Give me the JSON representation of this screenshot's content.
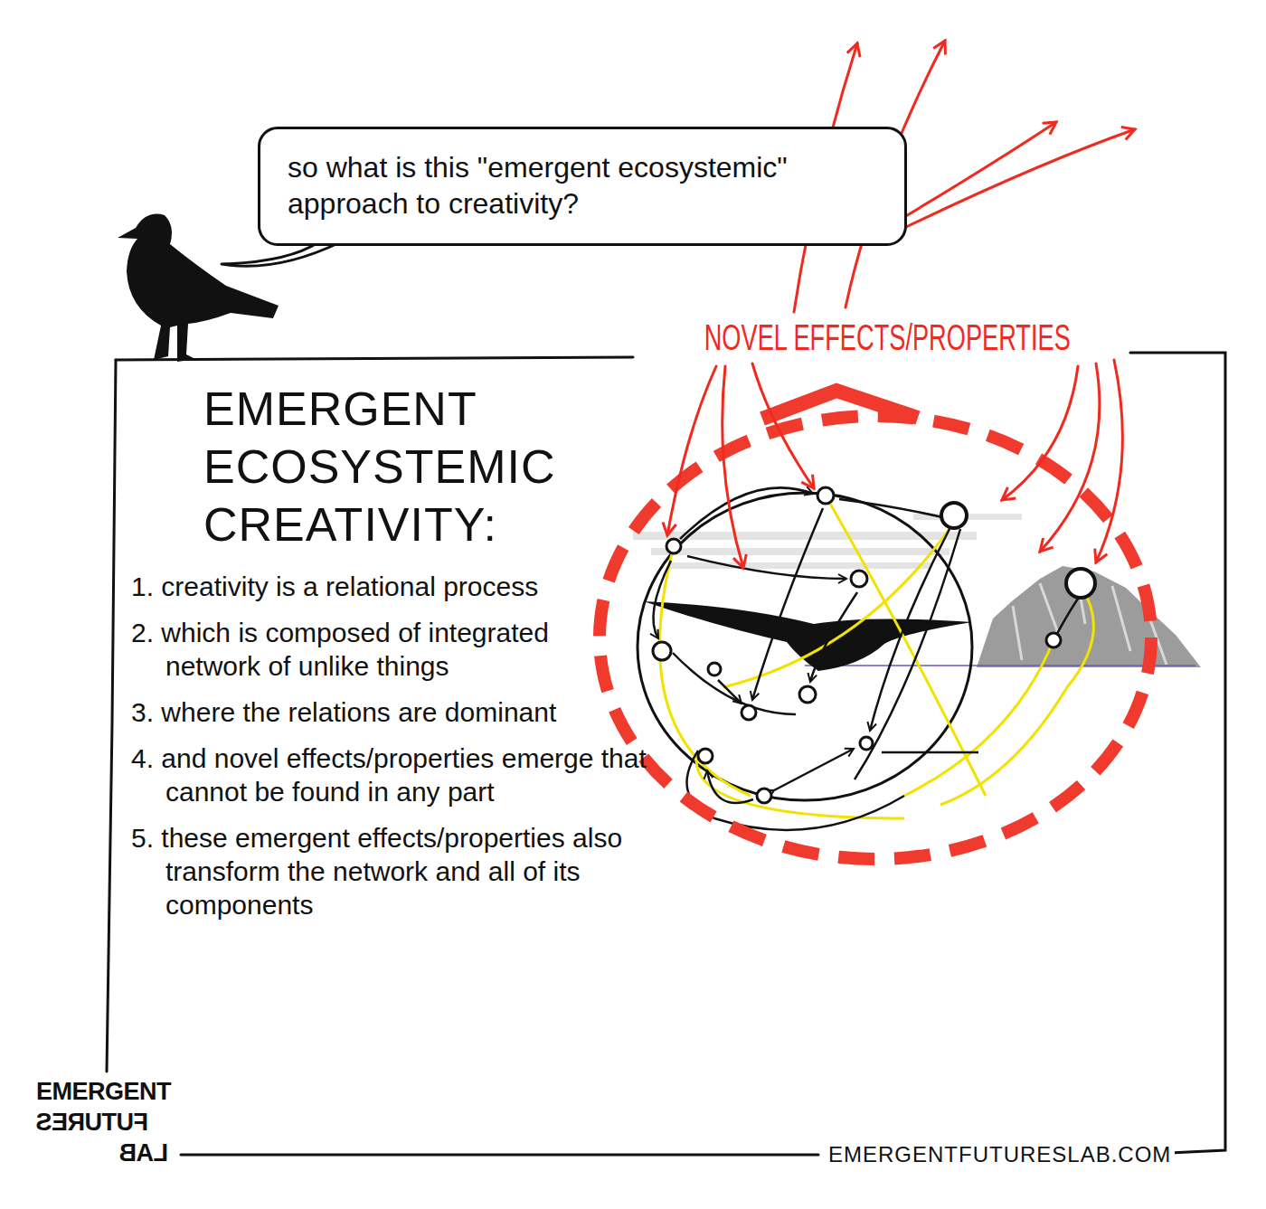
{
  "diagram": {
    "nodes": [
      {
        "text": [
          "so what is this \"emergent ecosystemic\" approach to creativity?"
        ]
      },
      {
        "text": [
          "EMERGENT ECOSYSTEMIC CREATIVITY:",
          "1. creativity is a relational process",
          "2. which is composed of integrated network of unlike things",
          "3. where the relations are dominant",
          "4. and novel effects/properties emerge that cannot be found in any part",
          "5. these emergent effects/properties also transform the network and all of its components"
        ]
      }
    ],
    "labels": [
      "NOVEL EFFECTS/PROPERTIES",
      "EMERGENT",
      "FUTURES",
      "LAB",
      "EMERGENTFUTURESLAB.COM"
    ]
  }
}
